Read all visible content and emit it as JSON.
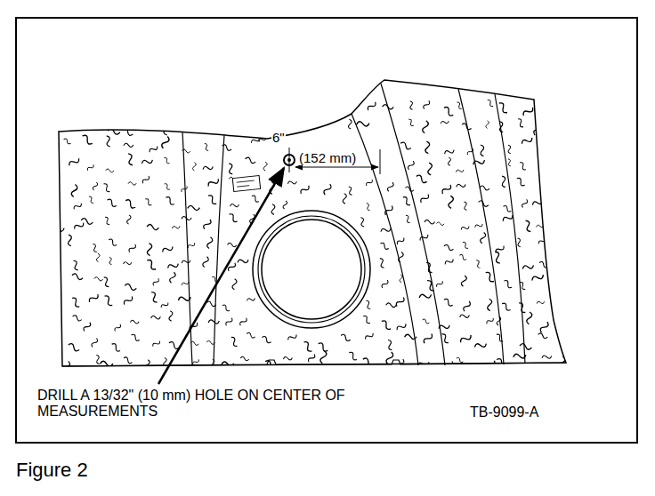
{
  "diagram": {
    "caption": "Figure 2",
    "labels": [
      "6\"",
      "(152 mm)",
      "DRILL A 13/32\" (10 mm) HOLE ON CENTER OF MEASUREMENTS",
      "TB-9099-A"
    ]
  }
}
